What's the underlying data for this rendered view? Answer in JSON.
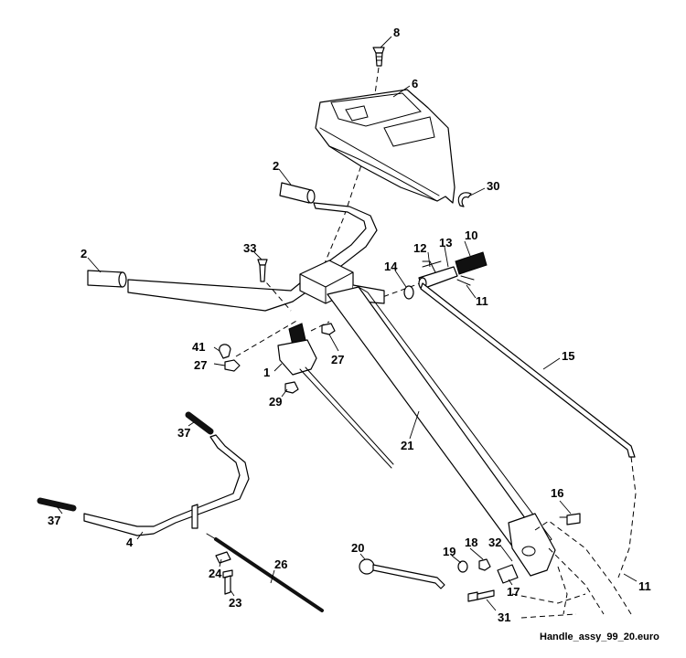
{
  "diagram": {
    "caption": "Handle_assy_99_20.euro",
    "callouts": [
      "8",
      "6",
      "2",
      "30",
      "10",
      "13",
      "12",
      "33",
      "2",
      "14",
      "11",
      "15",
      "41",
      "27",
      "1",
      "27",
      "29",
      "37",
      "21",
      "37",
      "4",
      "16",
      "26",
      "20",
      "18",
      "19",
      "32",
      "24",
      "17",
      "11",
      "23",
      "31"
    ]
  }
}
